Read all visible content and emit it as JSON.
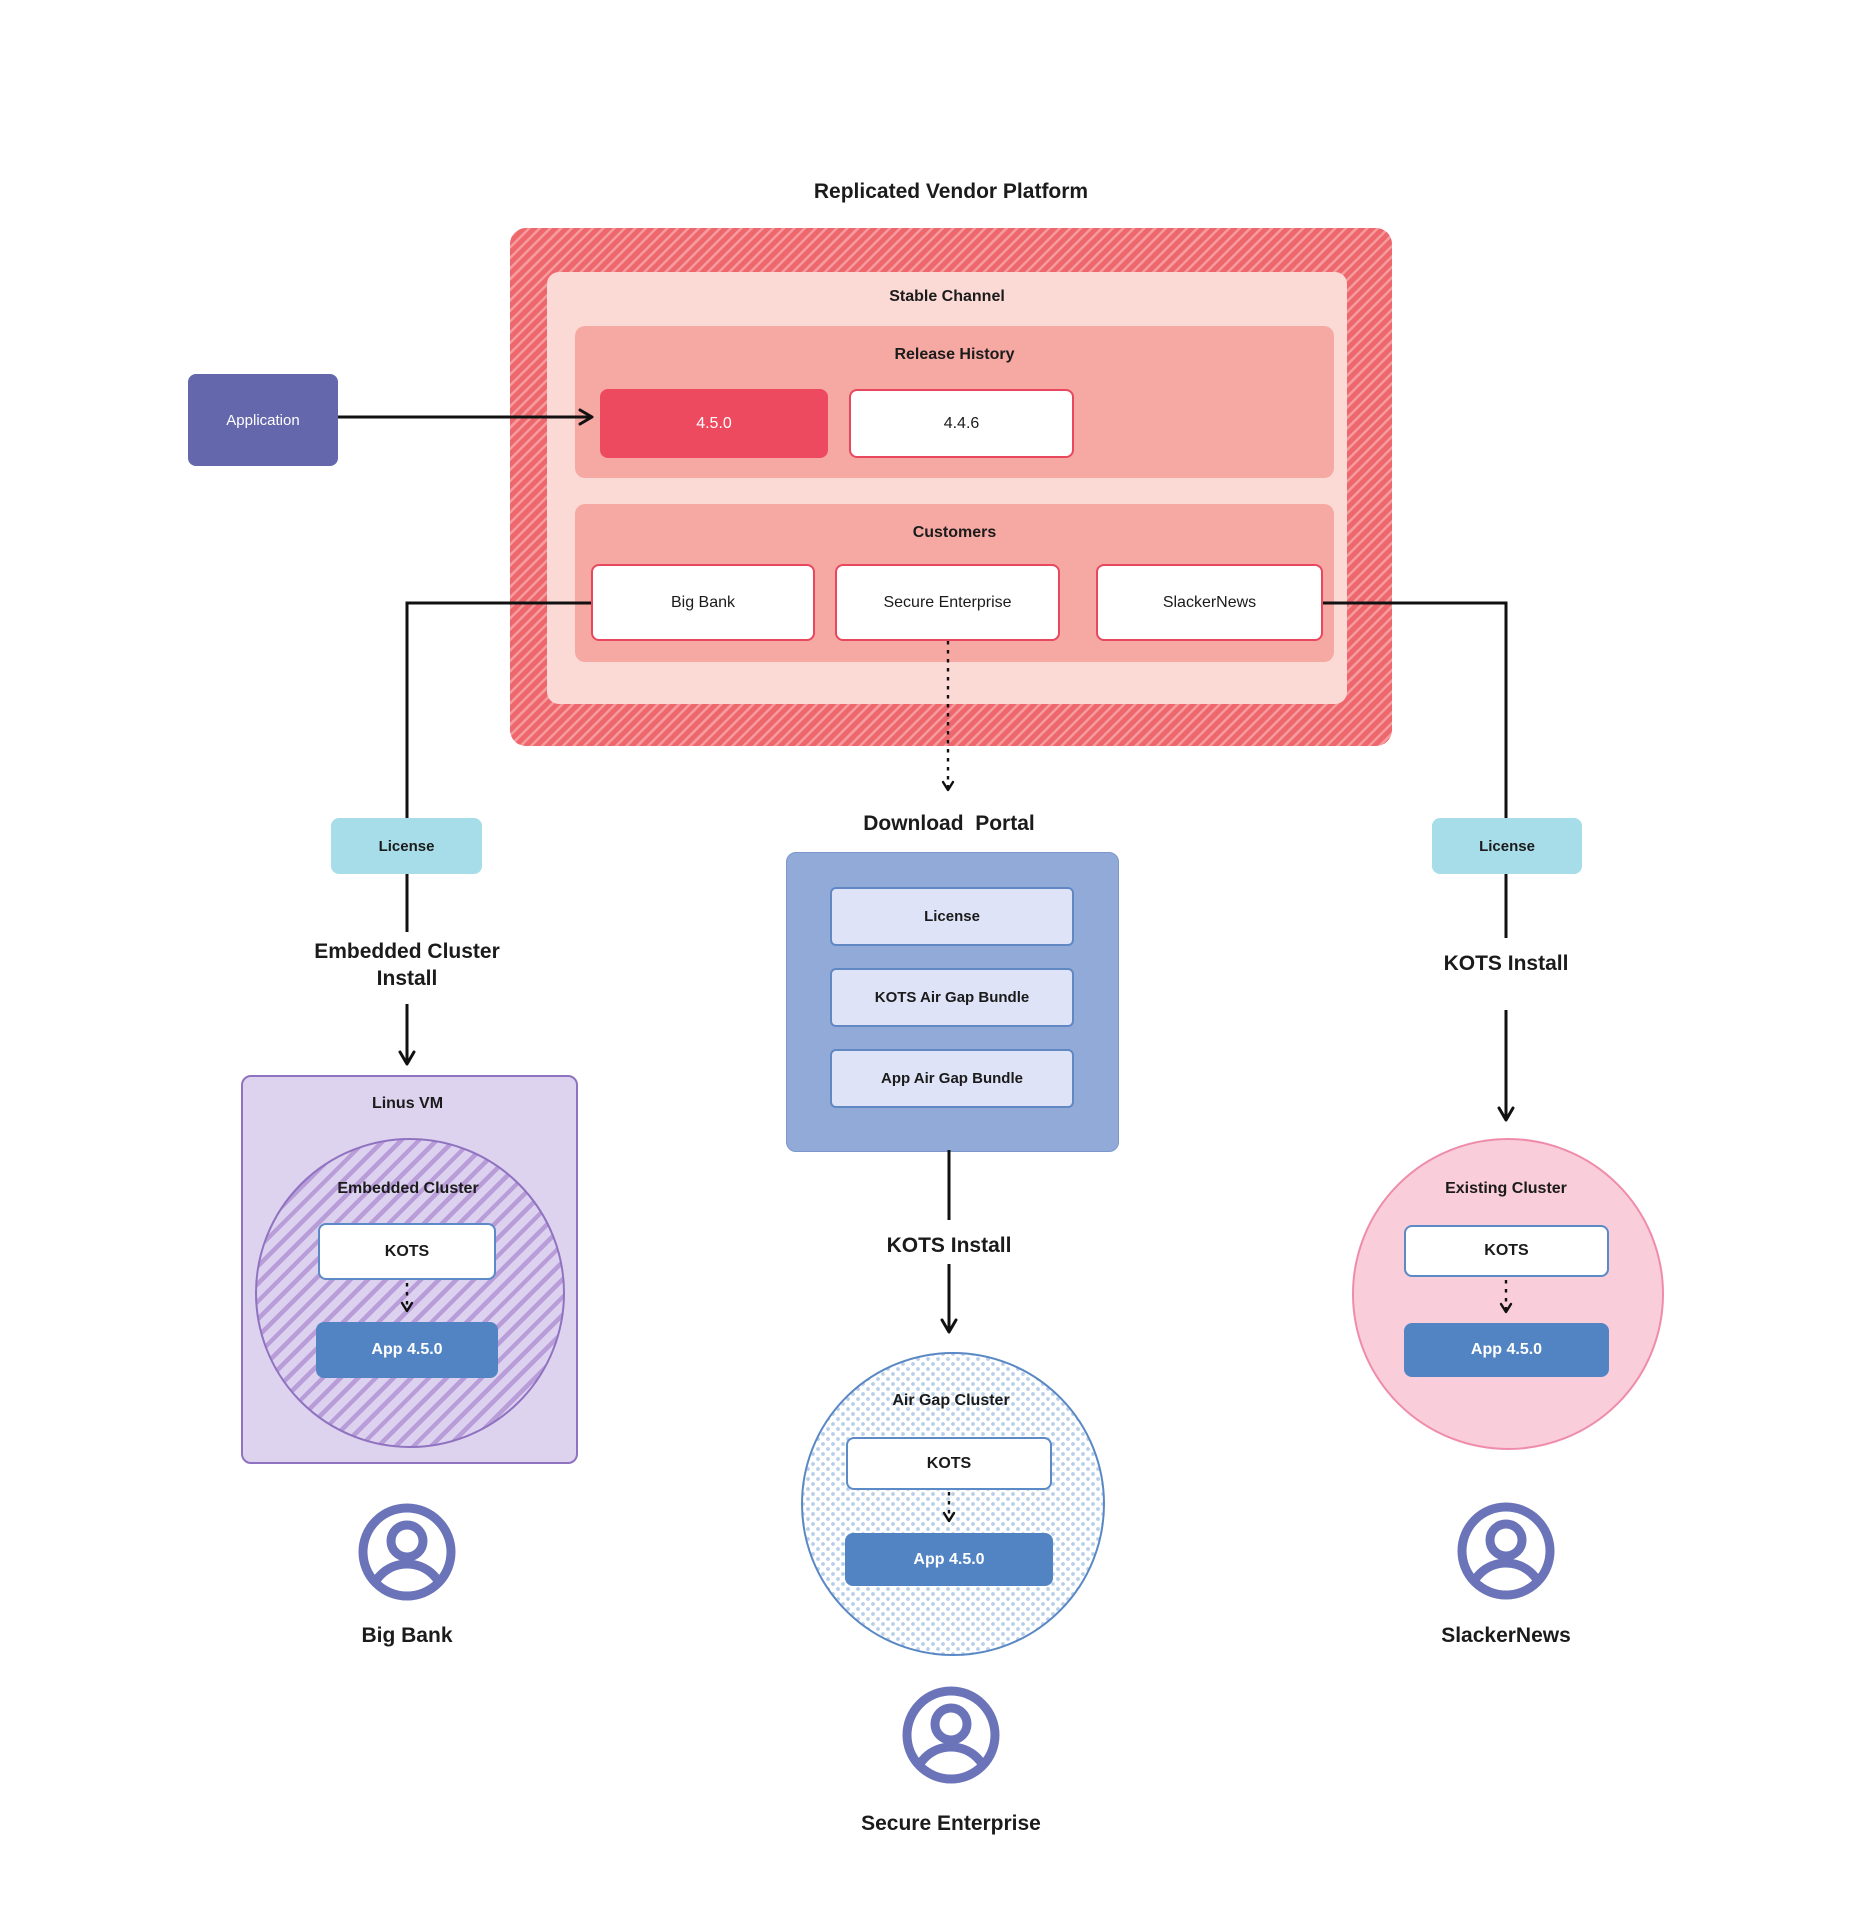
{
  "title": "Replicated Vendor Platform",
  "application": {
    "label": "Application"
  },
  "platform": {
    "channel_label": "Stable Channel",
    "release_history": {
      "label": "Release History",
      "releases": [
        {
          "version": "4.5.0",
          "highlight": true
        },
        {
          "version": "4.4.6",
          "highlight": false
        }
      ]
    },
    "customers": {
      "label": "Customers",
      "items": [
        {
          "name": "Big Bank"
        },
        {
          "name": "Secure Enterprise"
        },
        {
          "name": "SlackerNews"
        }
      ]
    }
  },
  "download_portal": {
    "title": "Download  Portal",
    "items": [
      {
        "label": "License"
      },
      {
        "label": "KOTS Air Gap Bundle"
      },
      {
        "label": "App Air Gap Bundle"
      }
    ]
  },
  "flows": {
    "left": {
      "license": "License",
      "install": "Embedded Cluster Install",
      "host": "Linus VM",
      "cluster": "Embedded Cluster",
      "kots": "KOTS",
      "app": "App 4.5.0",
      "customer": "Big Bank"
    },
    "middle": {
      "install": "KOTS Install",
      "cluster": "Air Gap Cluster",
      "kots": "KOTS",
      "app": "App 4.5.0",
      "customer": "Secure Enterprise"
    },
    "right": {
      "license": "License",
      "install": "KOTS Install",
      "cluster": "Existing Cluster",
      "kots": "KOTS",
      "app": "App 4.5.0",
      "customer": "SlackerNews"
    }
  },
  "icons": {
    "customer": "user-circle-icon"
  },
  "colors": {
    "accent_red": "#e8485e",
    "release_red": "#ee4a5f",
    "salmon": "#f6a9a3",
    "light_pink": "#fbd9d5",
    "hatch_dark": "#ee676d",
    "hatch_light": "#f59b9e",
    "application_purple": "#6467ac",
    "teal": "#a6dde8",
    "portal_blue": "#91aad8",
    "portal_item_blue": "#dee3f7",
    "app_blue": "#5284c3",
    "kots_border_blue": "#5b8ac6",
    "vm_purple": "#ded3ee",
    "purple_border": "#8f72c0",
    "pink_circle": "#f9cdd9",
    "pink_border": "#ef8cab",
    "dot_blue": "#b9cfe9",
    "user_icon_purple": "#6b74b8",
    "text": "#1b1b1b"
  }
}
